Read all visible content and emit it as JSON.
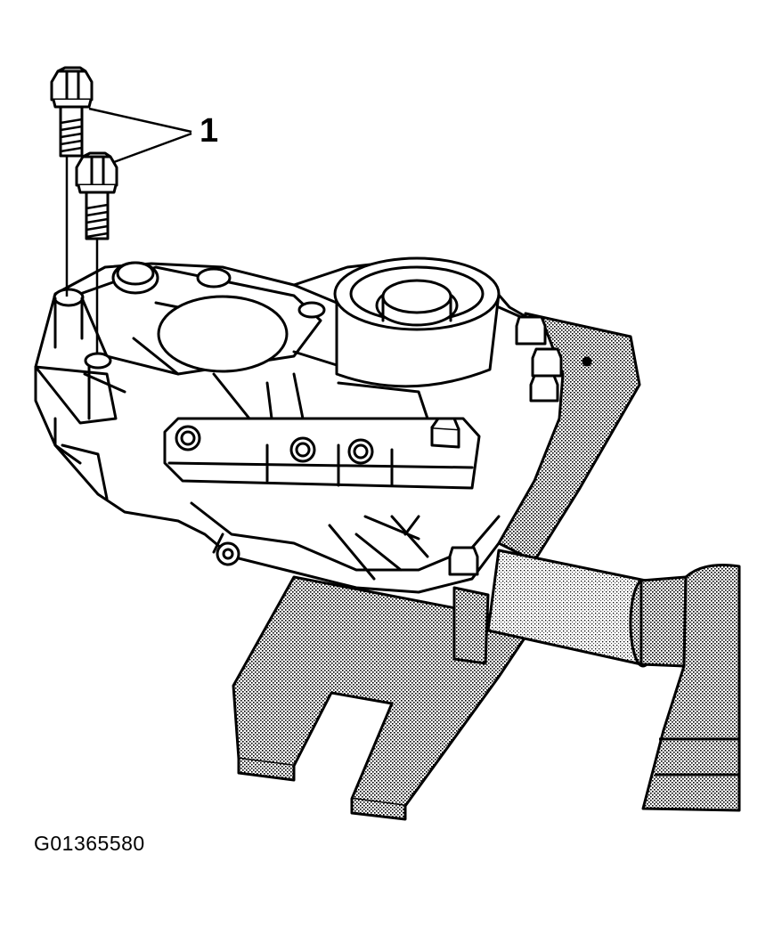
{
  "figure": {
    "callout_number": "1",
    "figure_id": "G01365580"
  },
  "parts": {
    "bolts": [
      "hex-bolt",
      "hex-bolt"
    ],
    "assembly": "transfer-case-housing",
    "fixture": "holding-fixture"
  }
}
